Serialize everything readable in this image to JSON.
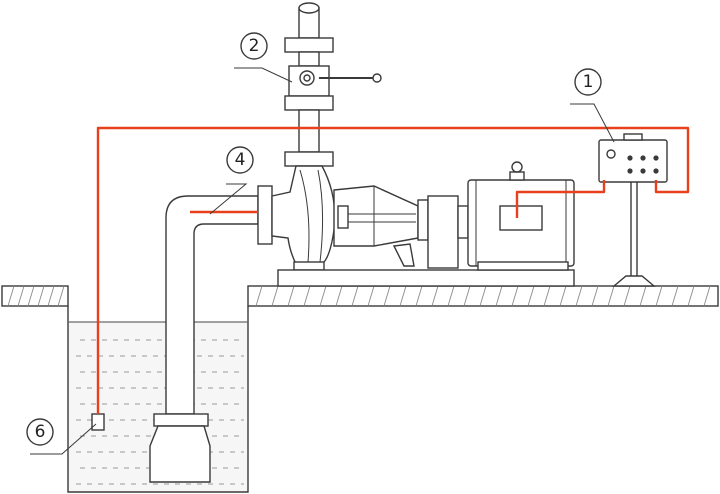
{
  "callouts": [
    {
      "id": "c1",
      "label": "1"
    },
    {
      "id": "c2",
      "label": "2"
    },
    {
      "id": "c4",
      "label": "4"
    },
    {
      "id": "c6",
      "label": "6"
    }
  ],
  "colors": {
    "wire": "#e8401c",
    "line": "#3a3a3a",
    "water": "#f4f4f4"
  }
}
